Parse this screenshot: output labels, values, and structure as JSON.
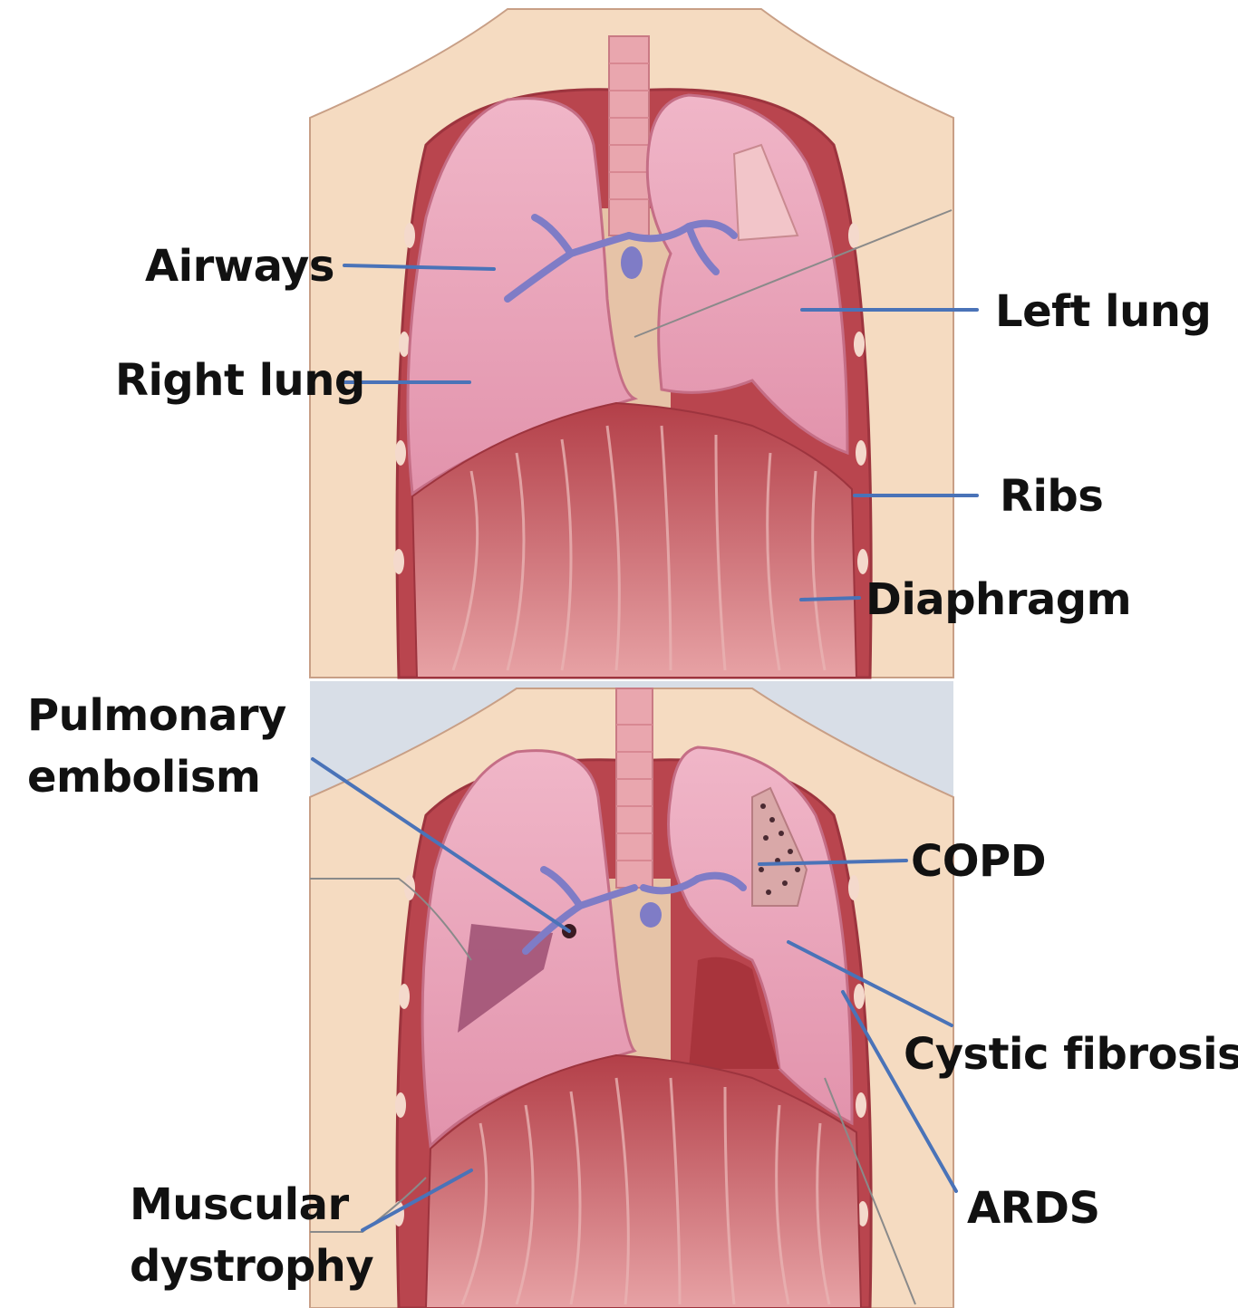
{
  "colors": {
    "leader_line": "#4a73b8",
    "skin": "#f6dcc2",
    "lung": "#e9a3bb",
    "tissue_red": "#b8434c",
    "bronchi": "#7f7cc6",
    "background_panel_bottom": "#d7dde6"
  },
  "top_panel": {
    "labels": {
      "airways": "Airways",
      "right_lung": "Right lung",
      "left_lung": "Left lung",
      "ribs": "Ribs",
      "diaphragm": "Diaphragm"
    }
  },
  "bottom_panel": {
    "labels": {
      "pulmonary_embolism": "Pulmonary\nembolism",
      "copd": "COPD",
      "cystic_fibrosis": "Cystic fibrosis",
      "muscular_dystrophy": "Muscular\ndystrophy",
      "ards": "ARDS"
    }
  }
}
